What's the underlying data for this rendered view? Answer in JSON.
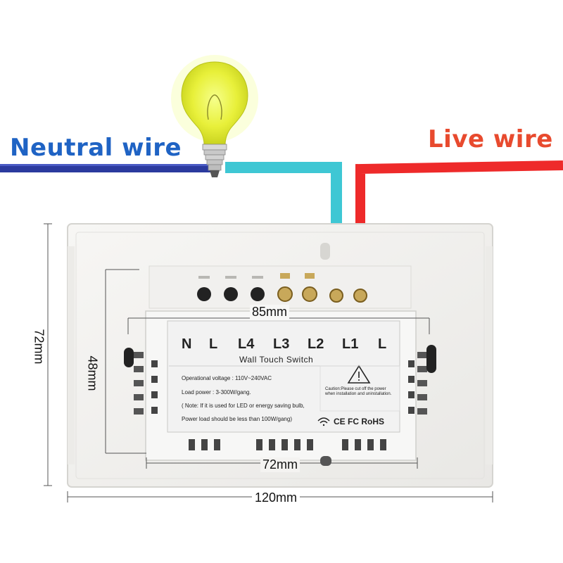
{
  "colors": {
    "neutral": "#2b3a9e",
    "live": "#e84a2e",
    "cyan_wire": "#3ec7d4",
    "red_wire": "#ee2a2a",
    "plate": "#f4f3f1",
    "label_sticker": "#f2f2f2"
  },
  "wire_labels": {
    "neutral": "Neutral wire",
    "live": "Live wire"
  },
  "dimensions": {
    "width_inner": "85mm",
    "height_inner": "48mm",
    "height_outer": "72mm",
    "bottom_inner": "72mm",
    "width_outer": "120mm"
  },
  "terminals": [
    "N",
    "L",
    "L4",
    "L3",
    "L2",
    "L1",
    "L"
  ],
  "label": {
    "title": "Wall Touch Switch",
    "voltage": "Operational voltage : 110V~240VAC",
    "load": "Load power : 3-300W/gang.",
    "note": "( Note: If it is used for LED or energy saving bulb,",
    "note2": "Power load should be less than 100W/gang)",
    "caution": "Caution:Please cut off the power when installation and uninstallation.",
    "certs": "CE FC RoHS"
  },
  "icons": {
    "bulb": "light-bulb-icon",
    "warning": "warning-triangle-icon",
    "wifi": "wifi-icon"
  }
}
